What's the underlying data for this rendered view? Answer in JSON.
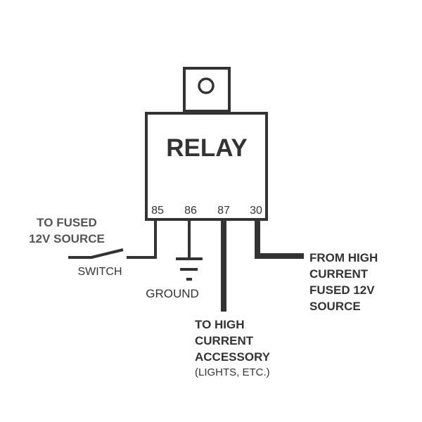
{
  "diagram": {
    "title": "RELAY",
    "colors": {
      "line": "#333333",
      "text": "#333333",
      "muted_text": "#555555",
      "background": "#ffffff"
    },
    "pins": [
      {
        "id": "85",
        "label": "85",
        "wire": "thin"
      },
      {
        "id": "86",
        "label": "86",
        "wire": "thin"
      },
      {
        "id": "87",
        "label": "87",
        "wire": "thick"
      },
      {
        "id": "30",
        "label": "30",
        "wire": "thick"
      }
    ],
    "labels": {
      "fused_source": [
        "TO FUSED",
        "12V SOURCE"
      ],
      "switch": "SWITCH",
      "ground": "GROUND",
      "accessory": [
        "TO HIGH",
        "CURRENT",
        "ACCESSORY"
      ],
      "accessory_note": "(LIGHTS, ETC.)",
      "high_current_source": [
        "FROM HIGH",
        "CURRENT",
        "FUSED 12V",
        "SOURCE"
      ]
    },
    "connections": [
      {
        "pin": "85",
        "to": "switch"
      },
      {
        "pin": "86",
        "to": "ground"
      },
      {
        "pin": "87",
        "to": "accessory"
      },
      {
        "pin": "30",
        "to": "high_current_source"
      }
    ]
  }
}
